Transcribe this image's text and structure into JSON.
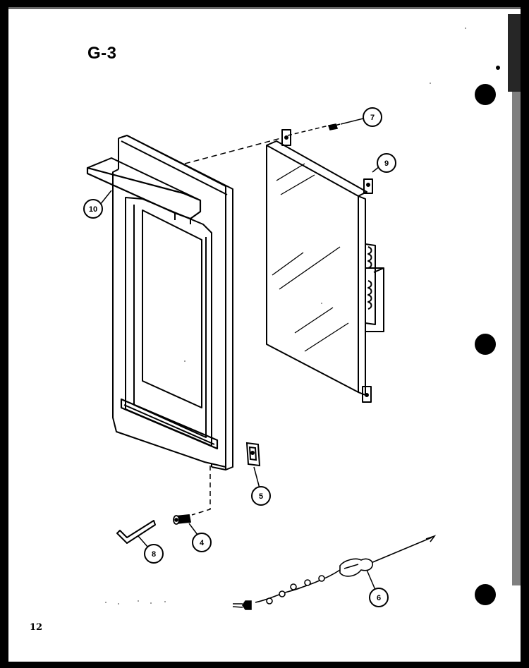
{
  "page": {
    "heading": "G-3",
    "page_number": "12"
  },
  "callouts": [
    {
      "id": "c10",
      "label": "10",
      "part": "door-frame"
    },
    {
      "id": "c7",
      "label": "7",
      "part": "screw"
    },
    {
      "id": "c9",
      "label": "9",
      "part": "door-panel"
    },
    {
      "id": "c5",
      "label": "5",
      "part": "hinge-bracket"
    },
    {
      "id": "c4",
      "label": "4",
      "part": "hinge-pin"
    },
    {
      "id": "c8",
      "label": "8",
      "part": "hex-key"
    },
    {
      "id": "c6",
      "label": "6",
      "part": "heater-cord"
    }
  ],
  "colors": {
    "ink": "#000000",
    "paper": "#ffffff"
  }
}
